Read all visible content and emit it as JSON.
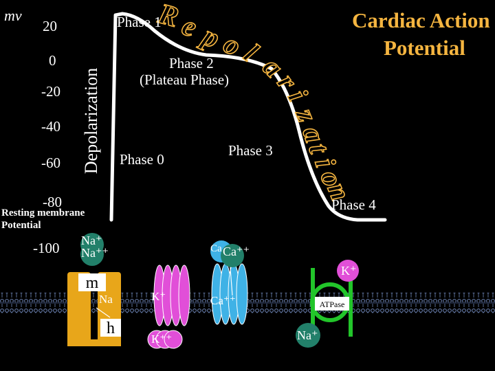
{
  "unit_label": "mv",
  "y_ticks": [
    "20",
    "0",
    "-20",
    "-40",
    "-60",
    "-80",
    "-100"
  ],
  "title_line1": "Cardiac Action",
  "title_line2": "Potential",
  "depolarization_label": "Depolarization",
  "repolarization_label": "Repolarization",
  "phases": {
    "phase0": "Phase 0",
    "phase1": "Phase 1",
    "phase2_line1": "Phase 2",
    "phase2_line2": "(Plateau Phase)",
    "phase3": "Phase 3",
    "phase4": "Phase 4"
  },
  "resting_line1": "Resting membrane",
  "resting_line2": "Potential",
  "ions": {
    "na_plus_1": "Na⁺",
    "na_plus_2": "Na⁺⁺",
    "ca_top": "Ca⁺⁺",
    "ca_top_prefix": "Ca",
    "k_right": "K⁺",
    "na_gate": "Na",
    "k_channel": "K⁺",
    "ca_channel": "Ca⁺⁺",
    "k_bottom": "K⁺⁺",
    "na_pump": "Na⁺"
  },
  "gate_m": "m",
  "gate_h": "h",
  "atpase_label": "ATPase",
  "colors": {
    "background": "#000000",
    "curve": "#ffffff",
    "title": "#f5b540",
    "repolarization": "#f5b540",
    "membrane": "#6f86b8",
    "na_channel": "#e8a61a",
    "k_channel": "#e14fd8",
    "ca_channel": "#3fb2e6",
    "pump": "#22c52a",
    "ion_ball": "#22806a"
  }
}
